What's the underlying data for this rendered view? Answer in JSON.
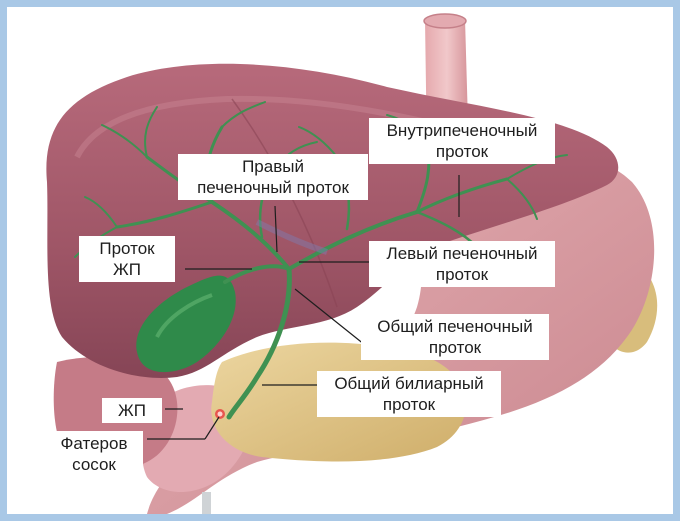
{
  "labels": {
    "intrahepatic_duct": "Внутрипеченочный\nпроток",
    "right_hepatic_duct": "Правый\nпеченочный проток",
    "gallbladder_duct": "Проток\nЖП",
    "left_hepatic_duct": "Левый печеночный\nпроток",
    "common_hepatic_duct": "Общий печеночный\nпроток",
    "common_bile_duct": "Общий билиарный\nпроток",
    "gallbladder": "ЖП",
    "vater_papilla": "Фатеров\nсосок"
  },
  "colors": {
    "frame_border": "#a9c8e6",
    "liver": "#a95f6f",
    "stomach": "#d59ca2",
    "gallbladder": "#2f8a4a",
    "ducts": "#3f9152",
    "pancreas": "#e2c88a",
    "label_bg": "#ffffff"
  }
}
